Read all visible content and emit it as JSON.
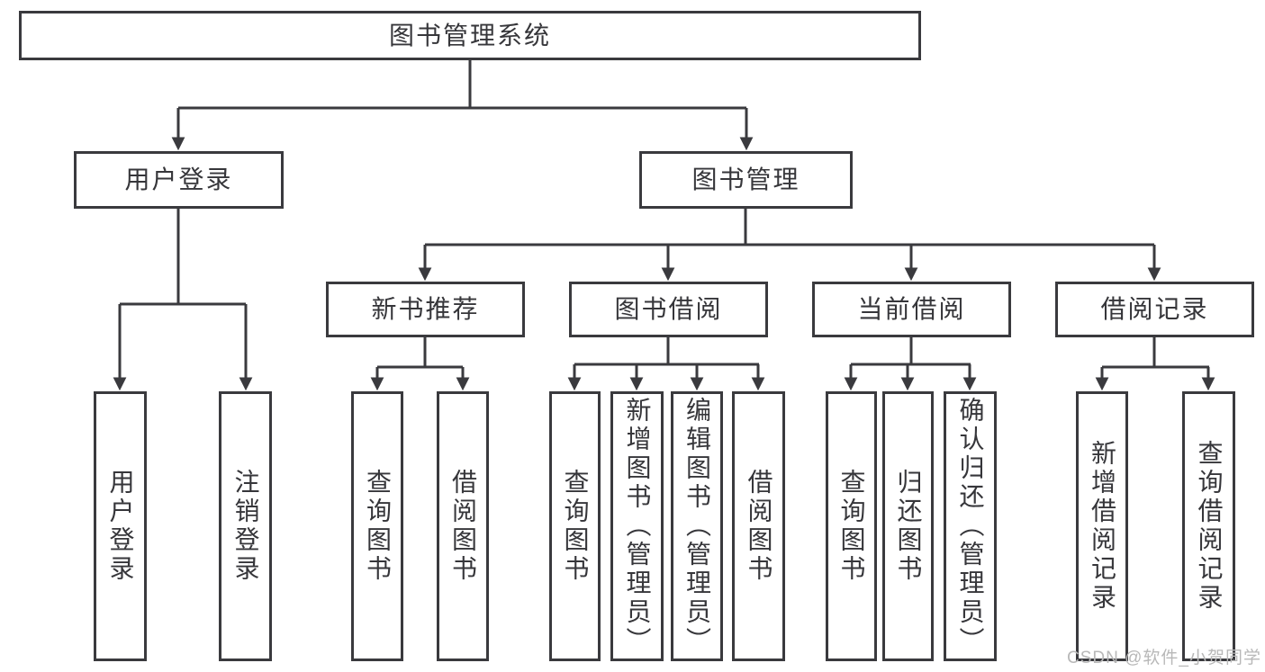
{
  "diagram": {
    "root": {
      "label": "图书管理系统"
    },
    "user_login": {
      "label": "用户登录",
      "children": [
        {
          "label": "用户登录"
        },
        {
          "label": "注销登录"
        }
      ]
    },
    "book_mgmt": {
      "label": "图书管理",
      "sections": [
        {
          "label": "新书推荐",
          "children": [
            {
              "label": "查询图书"
            },
            {
              "label": "借阅图书"
            }
          ]
        },
        {
          "label": "图书借阅",
          "children": [
            {
              "label": "查询图书"
            },
            {
              "label": "新增图书（管理员）"
            },
            {
              "label": "编辑图书（管理员）"
            },
            {
              "label": "借阅图书"
            }
          ]
        },
        {
          "label": "当前借阅",
          "children": [
            {
              "label": "查询图书"
            },
            {
              "label": "归还图书"
            },
            {
              "label": "确认归还（管理员）"
            }
          ]
        },
        {
          "label": "借阅记录",
          "children": [
            {
              "label": "新增借阅记录"
            },
            {
              "label": "查询借阅记录"
            }
          ]
        }
      ]
    },
    "watermark": "CSDN @软件_小贺同学",
    "colors": {
      "line": "#3a3a3e",
      "text": "#36363a",
      "watermark": "#b8b8b8",
      "background": "#ffffff"
    }
  }
}
